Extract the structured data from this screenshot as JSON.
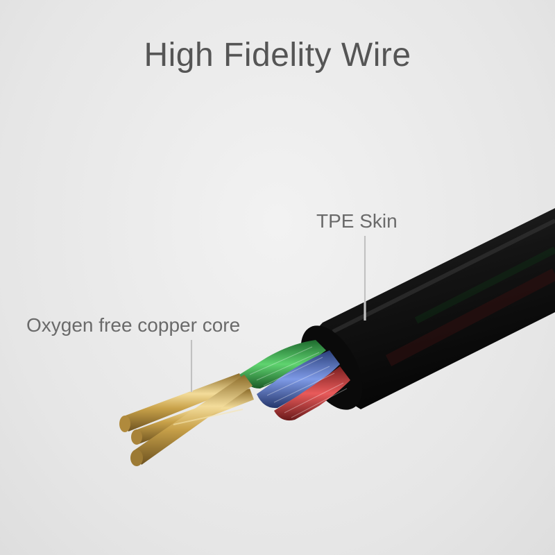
{
  "title": "High Fidelity Wire",
  "callouts": {
    "jacket": "TPE Skin",
    "core": "Oxygen free copper core"
  },
  "colors": {
    "background": "#ececec",
    "text": "#555555",
    "jacket": "#1a1a1a",
    "strand_green": "#2fa84a",
    "strand_blue": "#4a6fc9",
    "strand_red": "#c93a3a",
    "conductor_gold": "#c9a24a"
  }
}
